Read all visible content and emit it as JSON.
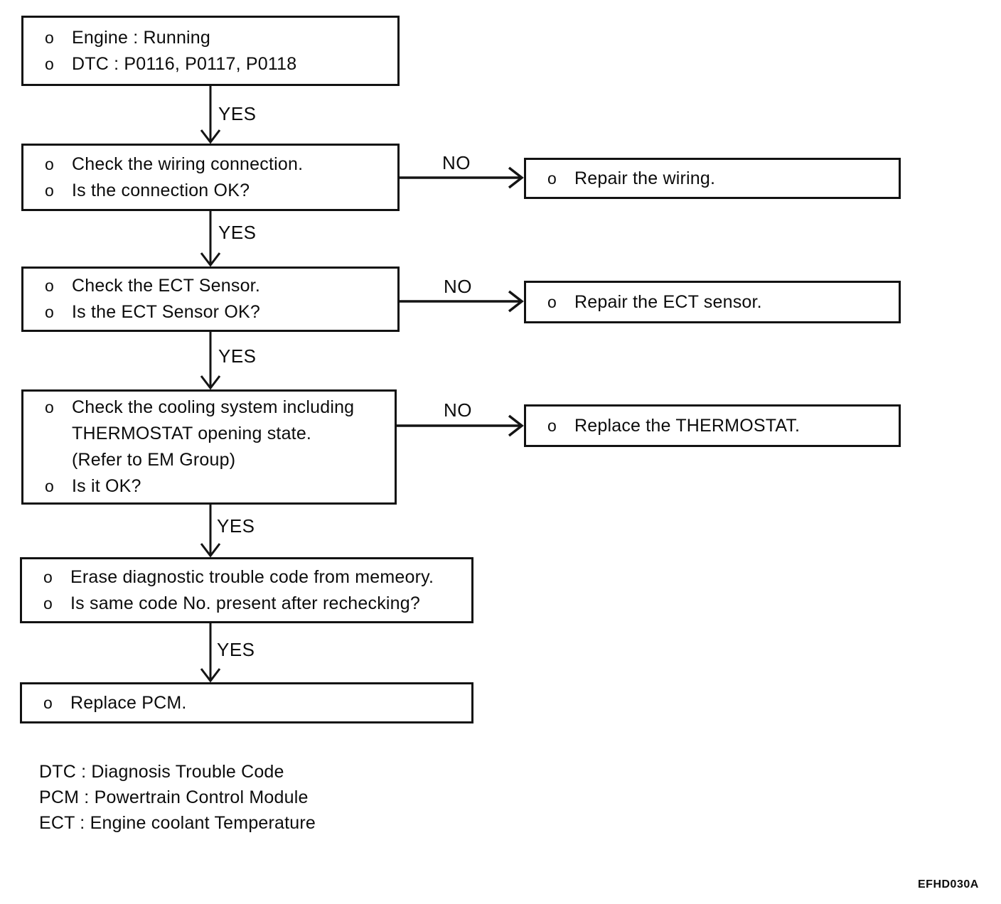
{
  "figure": {
    "code": "EFHD030A"
  },
  "labels": {
    "yes": "YES",
    "no": "NO"
  },
  "nodes": {
    "start": {
      "items": [
        {
          "b": "o",
          "t": "Engine : Running"
        },
        {
          "b": "o",
          "t": "DTC : P0116, P0117, P0118"
        }
      ]
    },
    "check_wiring": {
      "items": [
        {
          "b": "o",
          "t": "Check the wiring connection."
        },
        {
          "b": "o",
          "t": "Is the connection OK?"
        }
      ]
    },
    "repair_wiring": {
      "items": [
        {
          "b": "o",
          "t": "Repair the wiring."
        }
      ]
    },
    "check_ect_sensor": {
      "items": [
        {
          "b": "o",
          "t": "Check the ECT Sensor."
        },
        {
          "b": "o",
          "t": "Is the ECT Sensor OK?"
        }
      ]
    },
    "repair_ect_sensor": {
      "items": [
        {
          "b": "o",
          "t": "Repair the ECT sensor."
        }
      ]
    },
    "check_cooling_system": {
      "items": [
        {
          "b": "o",
          "t": "Check the cooling system including"
        },
        {
          "b": "",
          "t": "THERMOSTAT opening state."
        },
        {
          "b": "",
          "t": "(Refer to EM Group)"
        },
        {
          "b": "o",
          "t": "Is it OK?"
        }
      ]
    },
    "replace_thermostat": {
      "items": [
        {
          "b": "o",
          "t": "Replace the THERMOSTAT."
        }
      ]
    },
    "erase_dtc": {
      "items": [
        {
          "b": "o",
          "t": "Erase diagnostic trouble code from memeory."
        },
        {
          "b": "o",
          "t": "Is same code No. present after rechecking?"
        }
      ]
    },
    "replace_pcm": {
      "items": [
        {
          "b": "o",
          "t": "Replace PCM."
        }
      ]
    }
  },
  "legend": {
    "lines": [
      "DTC : Diagnosis Trouble Code",
      "PCM : Powertrain Control Module",
      "ECT : Engine coolant Temperature"
    ]
  }
}
